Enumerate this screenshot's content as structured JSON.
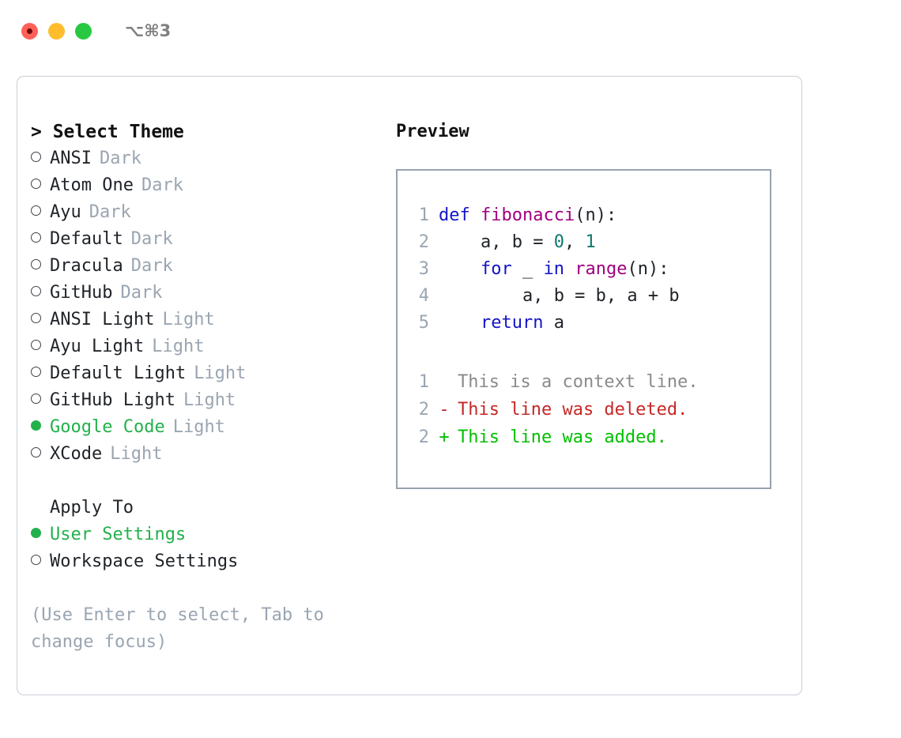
{
  "window": {
    "shortcut": "⌥⌘3",
    "traffic_lights": [
      {
        "name": "close",
        "color": "#ff6159"
      },
      {
        "name": "minimize",
        "color": "#ffbd2e"
      },
      {
        "name": "maximize",
        "color": "#28c840"
      }
    ]
  },
  "theme_picker": {
    "heading": "> Select Theme",
    "options": [
      {
        "label": "ANSI",
        "variant": "Dark",
        "selected": false
      },
      {
        "label": "Atom One",
        "variant": "Dark",
        "selected": false
      },
      {
        "label": "Ayu",
        "variant": "Dark",
        "selected": false
      },
      {
        "label": "Default",
        "variant": "Dark",
        "selected": false
      },
      {
        "label": "Dracula",
        "variant": "Dark",
        "selected": false
      },
      {
        "label": "GitHub",
        "variant": "Dark",
        "selected": false
      },
      {
        "label": "ANSI Light",
        "variant": "Light",
        "selected": false
      },
      {
        "label": "Ayu Light",
        "variant": "Light",
        "selected": false
      },
      {
        "label": "Default Light",
        "variant": "Light",
        "selected": false
      },
      {
        "label": "GitHub Light",
        "variant": "Light",
        "selected": false
      },
      {
        "label": "Google Code",
        "variant": "Light",
        "selected": true
      },
      {
        "label": "XCode",
        "variant": "Light",
        "selected": false
      }
    ]
  },
  "apply_to": {
    "heading": "Apply To",
    "options": [
      {
        "label": "User Settings",
        "selected": true
      },
      {
        "label": "Workspace Settings",
        "selected": false
      }
    ]
  },
  "hint": "(Use Enter to select, Tab to change focus)",
  "preview": {
    "title": "Preview",
    "code_lines": [
      {
        "no": "1",
        "tokens": [
          {
            "t": "def ",
            "c": "kw"
          },
          {
            "t": "fibonacci",
            "c": "fn"
          },
          {
            "t": "(n):",
            "c": "pl"
          }
        ]
      },
      {
        "no": "2",
        "tokens": [
          {
            "t": "    a, b = ",
            "c": "pl"
          },
          {
            "t": "0",
            "c": "num"
          },
          {
            "t": ", ",
            "c": "pl"
          },
          {
            "t": "1",
            "c": "num"
          }
        ]
      },
      {
        "no": "3",
        "tokens": [
          {
            "t": "    ",
            "c": "pl"
          },
          {
            "t": "for",
            "c": "kw"
          },
          {
            "t": " _ ",
            "c": "pl"
          },
          {
            "t": "in",
            "c": "kw"
          },
          {
            "t": " ",
            "c": "pl"
          },
          {
            "t": "range",
            "c": "fn"
          },
          {
            "t": "(n):",
            "c": "pl"
          }
        ]
      },
      {
        "no": "4",
        "tokens": [
          {
            "t": "        a, b = b, a + b",
            "c": "pl"
          }
        ]
      },
      {
        "no": "5",
        "tokens": [
          {
            "t": "    ",
            "c": "pl"
          },
          {
            "t": "return",
            "c": "kw"
          },
          {
            "t": " a",
            "c": "pl"
          }
        ]
      }
    ],
    "diff_lines": [
      {
        "no": "1",
        "sign": " ",
        "text": "This is a context line.",
        "kind": "ctx"
      },
      {
        "no": "2",
        "sign": "-",
        "text": "This line was deleted.",
        "kind": "del"
      },
      {
        "no": "2",
        "sign": "+",
        "text": "This line was added.",
        "kind": "add"
      }
    ]
  },
  "colors": {
    "accent_green": "#22b14c",
    "muted": "#9aa5b1",
    "keyword": "#1414c8",
    "function": "#a00080",
    "number": "#0d7a6e",
    "diff_deleted": "#c62828",
    "diff_added": "#00c000",
    "panel_border": "#c9cdd4",
    "preview_border": "#96a3b0"
  }
}
